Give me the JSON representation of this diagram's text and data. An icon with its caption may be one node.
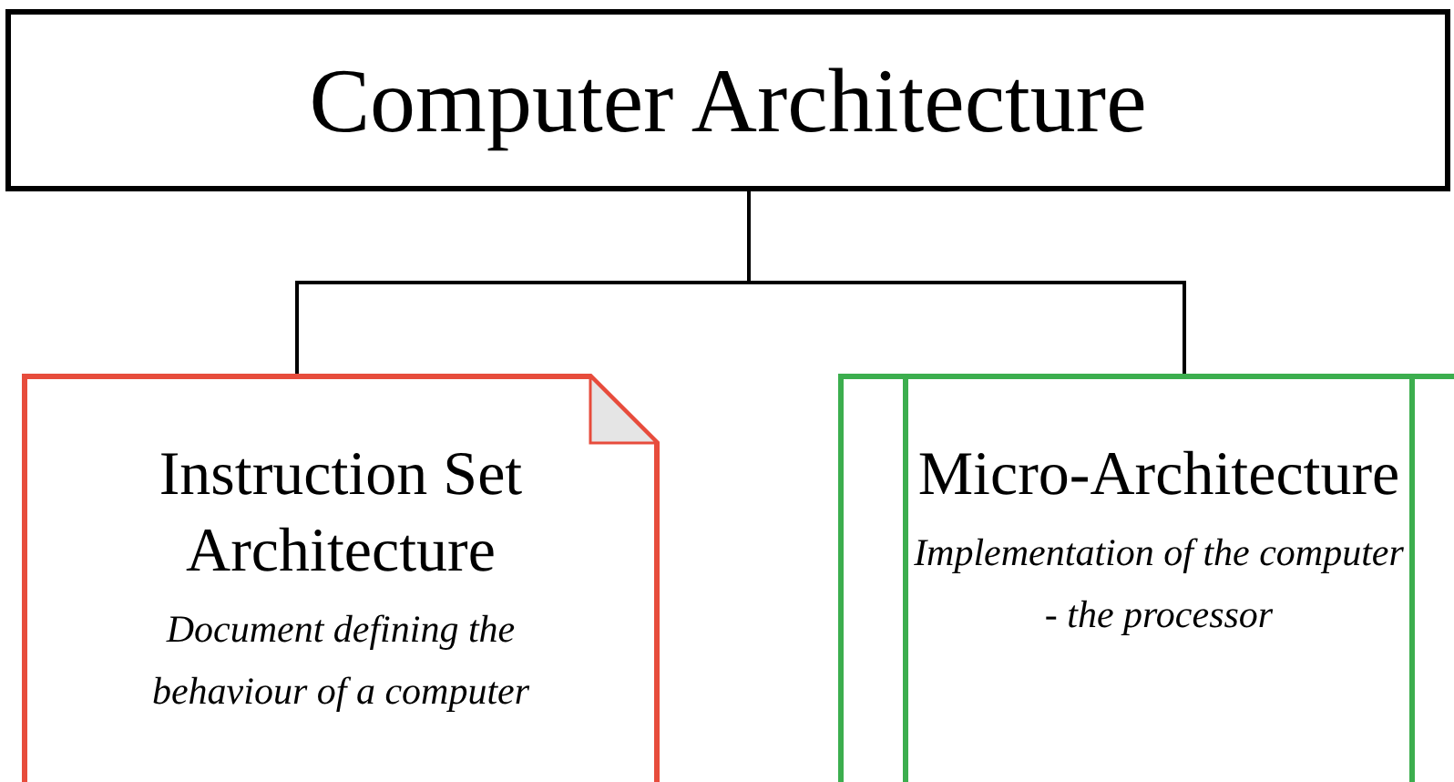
{
  "diagram": {
    "nodes": [
      {
        "text": [
          "Computer Architecture"
        ]
      },
      {
        "text": [
          "Instruction Set Architecture",
          "Document defining the behaviour of a computer"
        ]
      },
      {
        "text": [
          "Micro-Architecture",
          "Implementation of the computer - the processor"
        ]
      }
    ],
    "edges": [
      {
        "from": 0,
        "to": 1,
        "arrow": "none"
      },
      {
        "from": 0,
        "to": 2,
        "arrow": "none"
      }
    ]
  }
}
